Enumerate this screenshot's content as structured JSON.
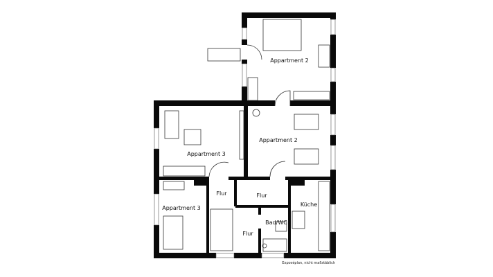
{
  "rooms": [
    {
      "label": "Appartment 2"
    },
    {
      "label": "Appartment 3"
    },
    {
      "label": "Appartment 2"
    },
    {
      "label": "Flur"
    },
    {
      "label": "Flur"
    },
    {
      "label": "Appartment 3"
    },
    {
      "label": "Küche"
    },
    {
      "label": "Bad/WC"
    },
    {
      "label": "Flur"
    }
  ],
  "footnote": "Exposéplan, nicht maßstäblich",
  "colors": {
    "walls": "#0a0a0a",
    "background": "#ffffff"
  }
}
